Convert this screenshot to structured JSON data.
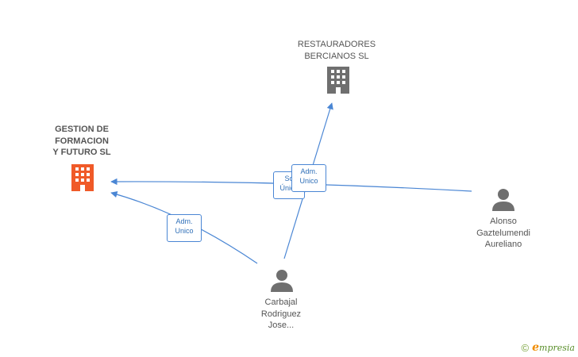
{
  "nodes": {
    "gestion": {
      "label": "GESTION DE\nFORMACION\nY FUTURO SL",
      "type": "company",
      "highlight": true,
      "color": "#f05a28"
    },
    "restauradores": {
      "label": "RESTAURADORES\nBERCIANOS  SL",
      "type": "company",
      "color": "#6f6f6f"
    },
    "alonso": {
      "label": "Alonso\nGaztelumendi\nAureliano",
      "type": "person",
      "color": "#6f6f6f"
    },
    "carbajal": {
      "label": "Carbajal\nRodriguez\nJose...",
      "type": "person",
      "color": "#6f6f6f"
    }
  },
  "edges": [
    {
      "from": "alonso",
      "to": "gestion",
      "label": "So\nÚnico"
    },
    {
      "from": "carbajal",
      "to": "restauradores",
      "label": "Adm.\nUnico"
    },
    {
      "from": "carbajal",
      "to": "gestion",
      "label": "Adm.\nUnico"
    }
  ],
  "colors": {
    "edge": "#4a86d4"
  },
  "footer": {
    "copyright": "©",
    "brand_initial": "e",
    "brand_rest": "mpresia"
  }
}
